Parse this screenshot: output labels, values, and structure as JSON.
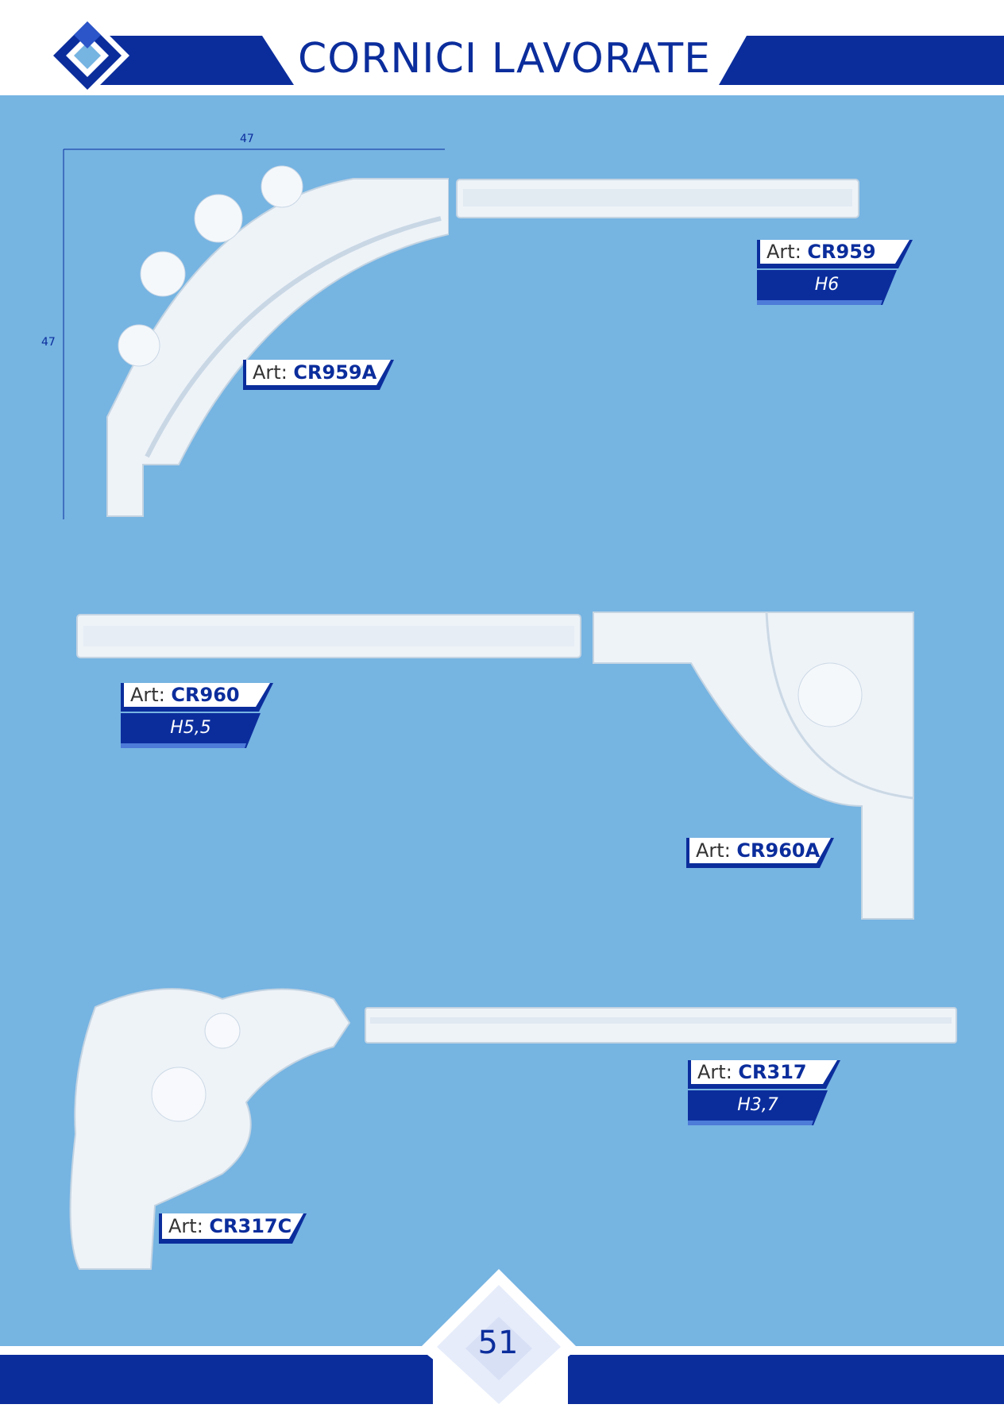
{
  "header": {
    "title": "CORNICI LAVORATE"
  },
  "dimensions": {
    "width": "47",
    "height": "47"
  },
  "products": [
    {
      "art_label": "Art:",
      "code": "CR959A"
    },
    {
      "art_label": "Art:",
      "code": "CR959",
      "height": "H6"
    },
    {
      "art_label": "Art:",
      "code": "CR960",
      "height": "H5,5"
    },
    {
      "art_label": "Art:",
      "code": "CR960A"
    },
    {
      "art_label": "Art:",
      "code": "CR317",
      "height": "H3,7"
    },
    {
      "art_label": "Art:",
      "code": "CR317C"
    }
  ],
  "page_number": "51",
  "colors": {
    "brand_blue": "#0b2d9c",
    "background_blue": "#76b4e2",
    "molding_white": "#eef3f8"
  },
  "icons": [
    "logo-diamond-icon"
  ]
}
